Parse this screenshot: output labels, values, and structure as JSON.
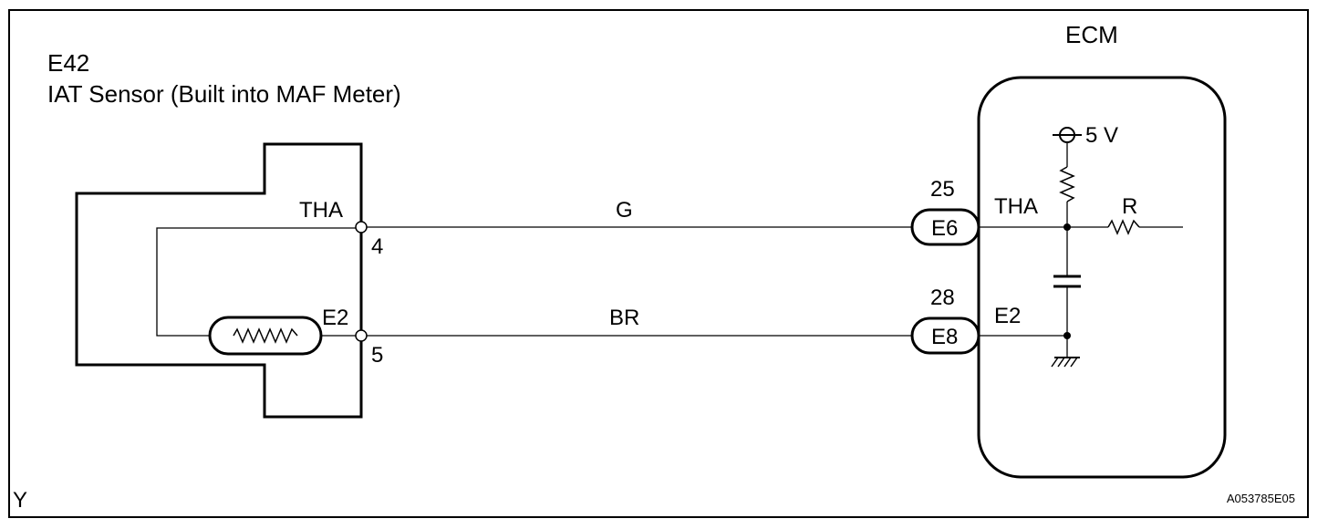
{
  "frame": {
    "corner_left": "Y",
    "drawing_id": "A053785E05"
  },
  "sensor": {
    "ref": "E42",
    "name": "IAT Sensor (Built into MAF Meter)",
    "pins": [
      {
        "signal": "THA",
        "pin": "4"
      },
      {
        "signal": "E2",
        "pin": "5"
      }
    ]
  },
  "wires": [
    {
      "color": "G"
    },
    {
      "color": "BR"
    }
  ],
  "ecm": {
    "title": "ECM",
    "supply": "5 V",
    "connectors": [
      {
        "pin": "25",
        "code": "E6",
        "signal": "THA"
      },
      {
        "pin": "28",
        "code": "E8",
        "signal": "E2"
      }
    ],
    "resistor_label": "R"
  },
  "colors": {
    "ink": "#000000",
    "paper": "#ffffff"
  }
}
